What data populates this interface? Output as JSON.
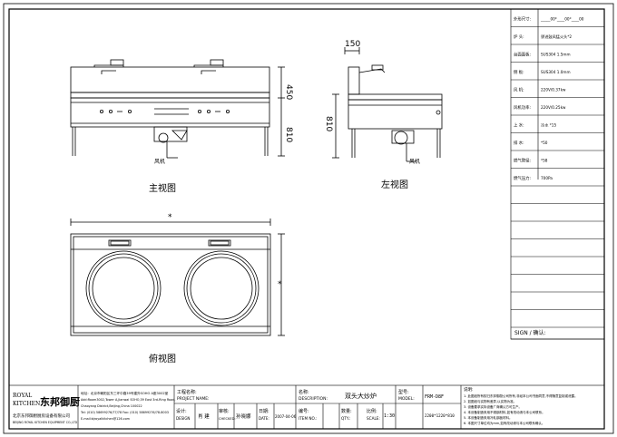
{
  "views": {
    "front": "主视图",
    "left": "左视图",
    "top": "俯视图"
  },
  "dims": {
    "front_height_upper": "450",
    "front_height_lower": "810",
    "left_top_width": "150",
    "left_height": "810",
    "top_width": "*",
    "top_depth": "*"
  },
  "labels": {
    "fan_front": "风机",
    "fan_left": "风机"
  },
  "spec_table": {
    "rows": [
      {
        "label": "外形尺寸:",
        "value": "_____00*____00*____00"
      },
      {
        "label": "炉    头:",
        "value": "锣进鼓风猛火头*2"
      },
      {
        "label": "台面面板:",
        "value": "SUS304 1.5mm"
      },
      {
        "label": "侧    板:",
        "value": "SUS304 1.0mm"
      },
      {
        "label": "风    机:",
        "value": "220V/0.37kw"
      },
      {
        "label": "风机功率:",
        "value": "220V/0.25kw"
      },
      {
        "label": "上    水:",
        "value": "冷水 *15"
      },
      {
        "label": "排    水:",
        "value": "*50"
      },
      {
        "label": "燃气管径:",
        "value": "*58"
      },
      {
        "label": "燃气压力:",
        "value": "700Pa"
      },
      {
        "label": "",
        "value": ""
      },
      {
        "label": "",
        "value": ""
      },
      {
        "label": "",
        "value": ""
      },
      {
        "label": "",
        "value": ""
      },
      {
        "label": "",
        "value": ""
      },
      {
        "label": "",
        "value": ""
      },
      {
        "label": "",
        "value": ""
      },
      {
        "label": "",
        "value": ""
      }
    ],
    "sign": "SIGN / 确认:"
  },
  "title_block": {
    "company_en1": "ROYAL",
    "company_en2": "KITCHEN",
    "company_cn": "东邦御厨",
    "company_line": "北京东邦御厨厨房设备有限公司",
    "company_line_en": "BEIJING ROYAL KITCHEN EQUIPMENT CO.,LTD",
    "address_cn": "地址：北京市朝阳区东三环中路39号建外SOHO A座3002室",
    "address_en": "Add:Room3002,Tower A,Jianwai SOHO,39 East 3rd-Ring Road,",
    "address_en2": "Chaoyang District,Beijing,China 100022",
    "phone": "Tel: (010) 58699276/77/78    Fax: (010) 58699276/78-8003",
    "email": "E-mail:bjroyalkitchen@126.com",
    "project_label": "工程名称:",
    "project_label_en": "PROJECT NAME:",
    "design_label": "设计:",
    "design_label_en": "DESIGN",
    "design_value": "肖 建",
    "check_label": "审核:",
    "check_label_en": "CHECKED:",
    "check_value": "孙晓娜",
    "date_label": "日期:",
    "date_label_en": "DATE:",
    "date_value": "2007-04-06",
    "desc_label": "名称:",
    "desc_label_en": "DESCRIPTION:",
    "desc_value": "双头大炒炉",
    "model_label": "型号:",
    "model_label_en": "MODEL:",
    "model_value": "FRM-D8F",
    "item_label": "编号:",
    "item_label_en": "ITEM NO.:",
    "qty_label": "数量:",
    "qty_label_en": "QTY.:",
    "scale_label": "比例:",
    "scale_label_en": "SCALE:",
    "scale_value": "1:30",
    "size_value": "2200*1220*810",
    "notes_label": "说明:",
    "notes": [
      "1. 此图纸所有权归东邦御厨公司所有,非经本公司书面同意,不得随意复制或泄露。",
      "2. 如图纸与实物有差异,以实物为准。",
      "3. 设备要求实际设备厂商确认方可生产。",
      "4. 本设备制造采用不锈钢材料,如有改动请与本公司联系。",
      "5. 本设备制造采用冷轧钢板材料。",
      "6. 本图尺寸单位均为mm,如有改动请与本公司联系确认。"
    ]
  }
}
